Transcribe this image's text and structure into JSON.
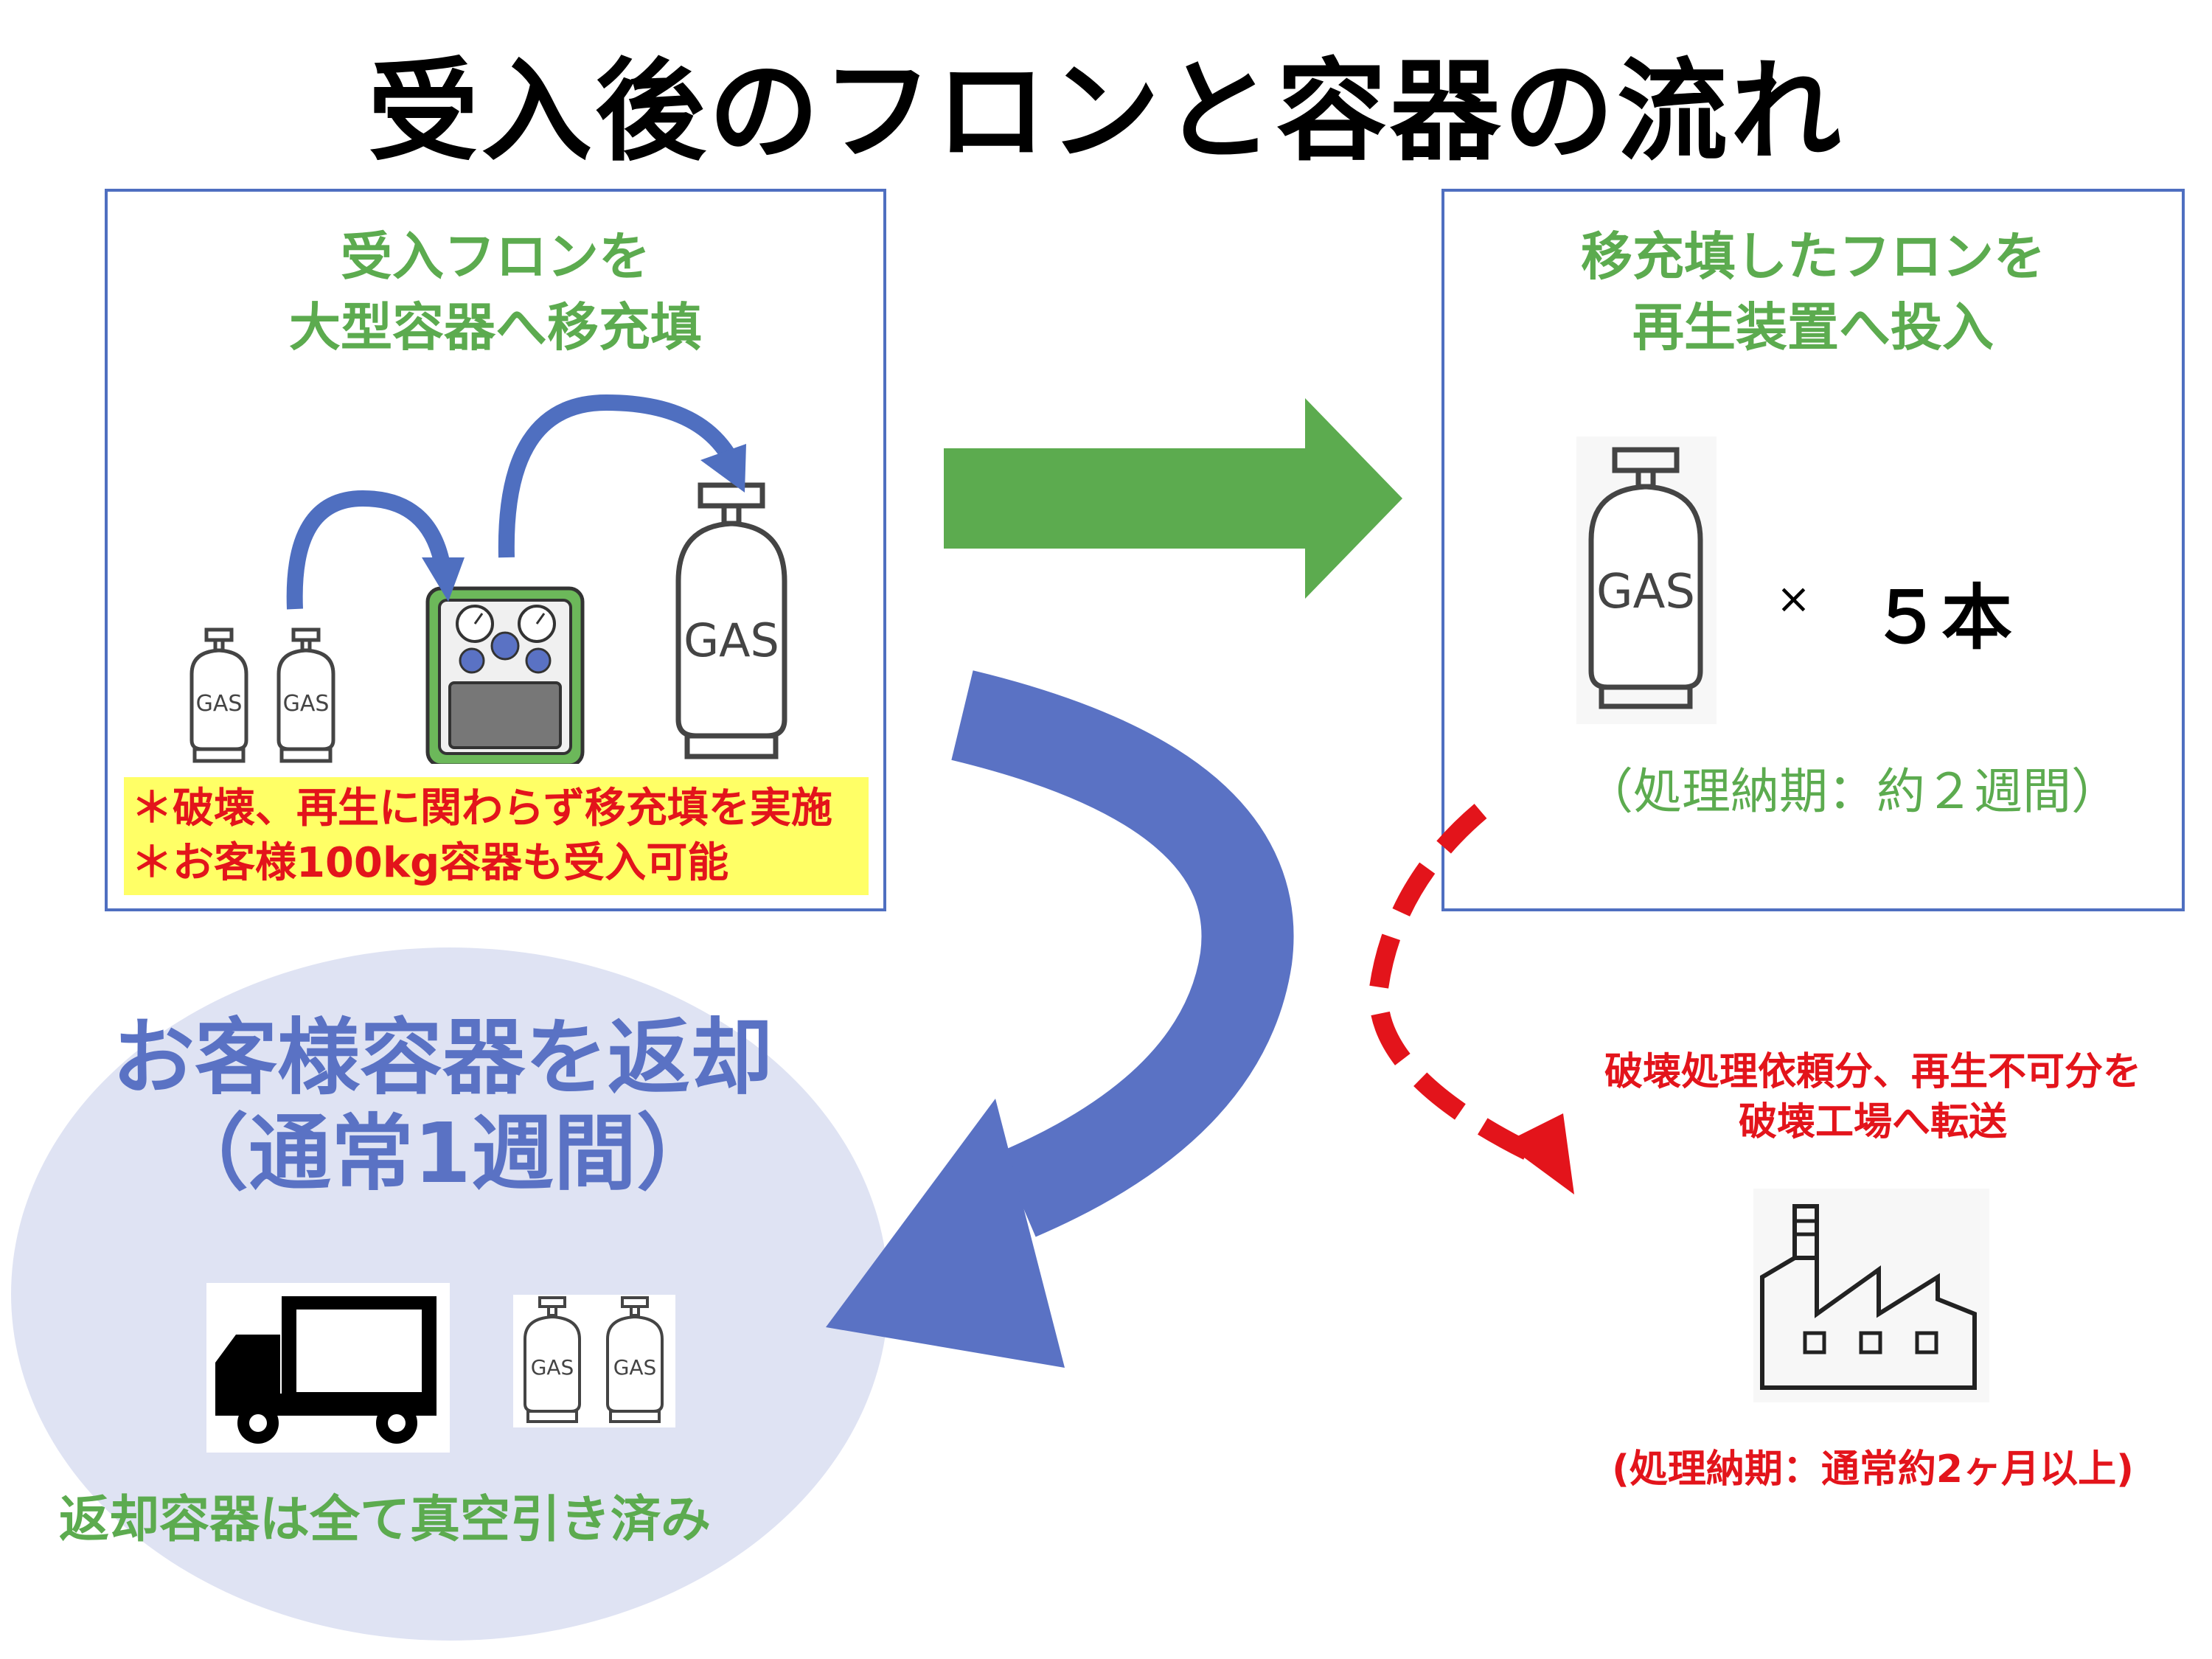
{
  "title": "受入後のフロンと容器の流れ",
  "left_box": {
    "heading_line1": "受入フロンを",
    "heading_line2": "大型容器へ移充填",
    "cylinder_label": "GAS",
    "notes": [
      "＊破壊、再生に関わらず移充填を実施",
      "＊お客様100kg容器も受入可能"
    ]
  },
  "right_box": {
    "heading_line1": "移充填したフロンを",
    "heading_line2": "再生装置へ投入",
    "cylinder_label": "GAS",
    "multiply": "×",
    "count": "５本",
    "lead_time": "（処理納期：約２週間）"
  },
  "return_area": {
    "title_line1": "お客様容器を返却",
    "title_line2": "（通常1週間）",
    "cylinder_label": "GAS",
    "footer": "返却容器は全て真空引き済み"
  },
  "factory_area": {
    "label_line1": "破壊処理依頼分、再生不可分を",
    "label_line2": "破壊工場へ転送",
    "lead_time": "(処理納期：通常約2ヶ月以上)"
  },
  "colors": {
    "green": "#5cab4f",
    "blue": "#5a72c4",
    "red": "#e3141b",
    "box_border": "#4f6fc0",
    "ellipse": "#dfe3f3",
    "note_bg": "#ffff66"
  },
  "icons": [
    "gas-cylinder-icon",
    "recovery-machine-icon",
    "truck-icon",
    "factory-icon"
  ]
}
